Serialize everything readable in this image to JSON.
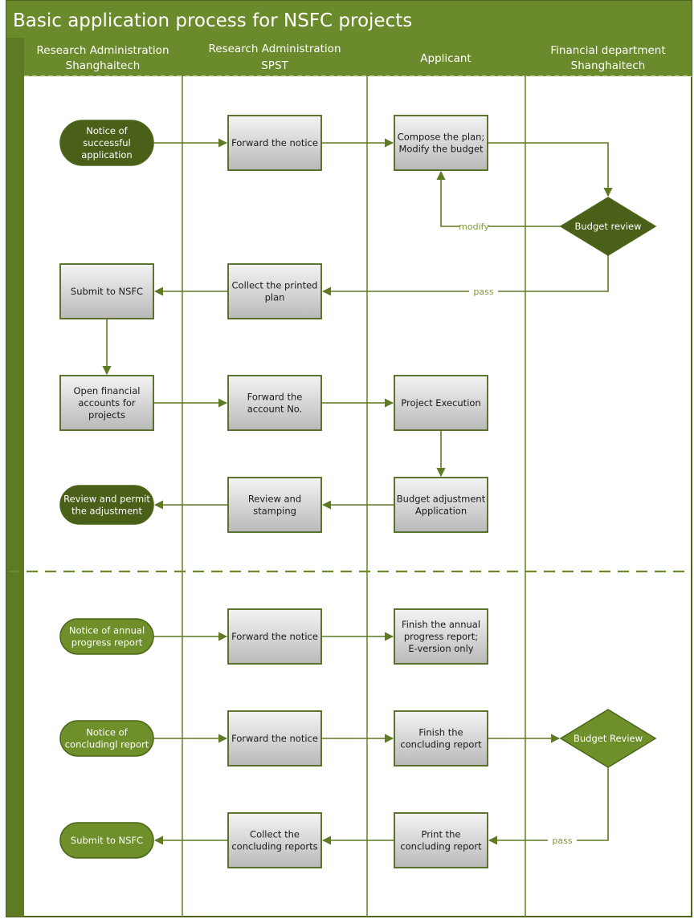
{
  "title": "Basic application process for NSFC projects",
  "colors": {
    "header_green": "#6b8a2c",
    "lane_green": "#5e7a23",
    "border_green": "#4d6619",
    "dark_node": "#4a6018",
    "mid_node": "#6e8f2a",
    "box_top": "#f4f4f4",
    "box_bottom": "#b9b9b9",
    "arrow": "#5e7a23",
    "label": "#7f9a3b"
  },
  "lanes": [
    {
      "id": "lane-research-admin-shanghaitech",
      "lines": [
        "Research Administration",
        "Shanghaitech"
      ]
    },
    {
      "id": "lane-research-admin-spst",
      "lines": [
        "Research Administration",
        "SPST"
      ]
    },
    {
      "id": "lane-applicant",
      "lines": [
        "Applicant"
      ]
    },
    {
      "id": "lane-financial-department",
      "lines": [
        "Financial department",
        "Shanghaitech"
      ]
    }
  ],
  "nodes": {
    "notice_success": {
      "shape": "terminator",
      "style": "dark",
      "lines": [
        "Notice of",
        "successful",
        "application"
      ]
    },
    "forward_notice_1": {
      "shape": "process",
      "lines": [
        "Forward the notice"
      ]
    },
    "compose_plan": {
      "shape": "process",
      "lines": [
        "Compose the plan;",
        "Modify the budget"
      ]
    },
    "budget_review_1": {
      "shape": "decision",
      "style": "dark",
      "lines": [
        "Budget review"
      ]
    },
    "submit_nsfc_1": {
      "shape": "process",
      "lines": [
        "Submit to NSFC"
      ]
    },
    "collect_printed_plan": {
      "shape": "process",
      "lines": [
        "Collect the printed",
        "plan"
      ]
    },
    "open_accounts": {
      "shape": "process",
      "lines": [
        "Open financial",
        "accounts for",
        "projects"
      ]
    },
    "forward_account": {
      "shape": "process",
      "lines": [
        "Forward the",
        "account No."
      ]
    },
    "project_execution": {
      "shape": "process",
      "lines": [
        "Project Execution"
      ]
    },
    "review_permit": {
      "shape": "terminator",
      "style": "dark",
      "lines": [
        "Review and permit",
        "the adjustment"
      ]
    },
    "review_stamping": {
      "shape": "process",
      "lines": [
        "Review and",
        "stamping"
      ]
    },
    "budget_adjustment": {
      "shape": "process",
      "lines": [
        "Budget adjustment",
        "Application"
      ]
    },
    "notice_annual": {
      "shape": "terminator",
      "style": "mid",
      "lines": [
        "Notice of annual",
        "progress report"
      ]
    },
    "forward_notice_2": {
      "shape": "process",
      "lines": [
        "Forward the notice"
      ]
    },
    "finish_annual": {
      "shape": "process",
      "lines": [
        "Finish the annual",
        "progress report;",
        "E-version only"
      ]
    },
    "notice_concluding": {
      "shape": "terminator",
      "style": "mid",
      "lines": [
        "Notice of",
        "concludingl report"
      ]
    },
    "forward_notice_3": {
      "shape": "process",
      "lines": [
        "Forward the notice"
      ]
    },
    "finish_concluding": {
      "shape": "process",
      "lines": [
        "Finish the",
        "concluding report"
      ]
    },
    "budget_review_2": {
      "shape": "decision",
      "style": "mid",
      "lines": [
        "Budget Review"
      ]
    },
    "submit_nsfc_2": {
      "shape": "terminator",
      "style": "mid",
      "lines": [
        "Submit to NSFC"
      ]
    },
    "collect_concluding": {
      "shape": "process",
      "lines": [
        "Collect the",
        "concluding reports"
      ]
    },
    "print_concluding": {
      "shape": "process",
      "lines": [
        "Print the",
        "concluding report"
      ]
    }
  },
  "edges": [
    {
      "from": "notice_success",
      "to": "forward_notice_1",
      "label": ""
    },
    {
      "from": "forward_notice_1",
      "to": "compose_plan",
      "label": ""
    },
    {
      "from": "compose_plan",
      "to": "budget_review_1",
      "label": ""
    },
    {
      "from": "budget_review_1",
      "to": "compose_plan",
      "label": "modify"
    },
    {
      "from": "budget_review_1",
      "to": "collect_printed_plan",
      "label": "pass"
    },
    {
      "from": "collect_printed_plan",
      "to": "submit_nsfc_1",
      "label": ""
    },
    {
      "from": "submit_nsfc_1",
      "to": "open_accounts",
      "label": ""
    },
    {
      "from": "open_accounts",
      "to": "forward_account",
      "label": ""
    },
    {
      "from": "forward_account",
      "to": "project_execution",
      "label": ""
    },
    {
      "from": "project_execution",
      "to": "budget_adjustment",
      "label": ""
    },
    {
      "from": "budget_adjustment",
      "to": "review_stamping",
      "label": ""
    },
    {
      "from": "review_stamping",
      "to": "review_permit",
      "label": ""
    },
    {
      "from": "notice_annual",
      "to": "forward_notice_2",
      "label": ""
    },
    {
      "from": "forward_notice_2",
      "to": "finish_annual",
      "label": ""
    },
    {
      "from": "notice_concluding",
      "to": "forward_notice_3",
      "label": ""
    },
    {
      "from": "forward_notice_3",
      "to": "finish_concluding",
      "label": ""
    },
    {
      "from": "finish_concluding",
      "to": "budget_review_2",
      "label": ""
    },
    {
      "from": "budget_review_2",
      "to": "print_concluding",
      "label": "pass"
    },
    {
      "from": "print_concluding",
      "to": "collect_concluding",
      "label": ""
    },
    {
      "from": "collect_concluding",
      "to": "submit_nsfc_2",
      "label": ""
    }
  ]
}
